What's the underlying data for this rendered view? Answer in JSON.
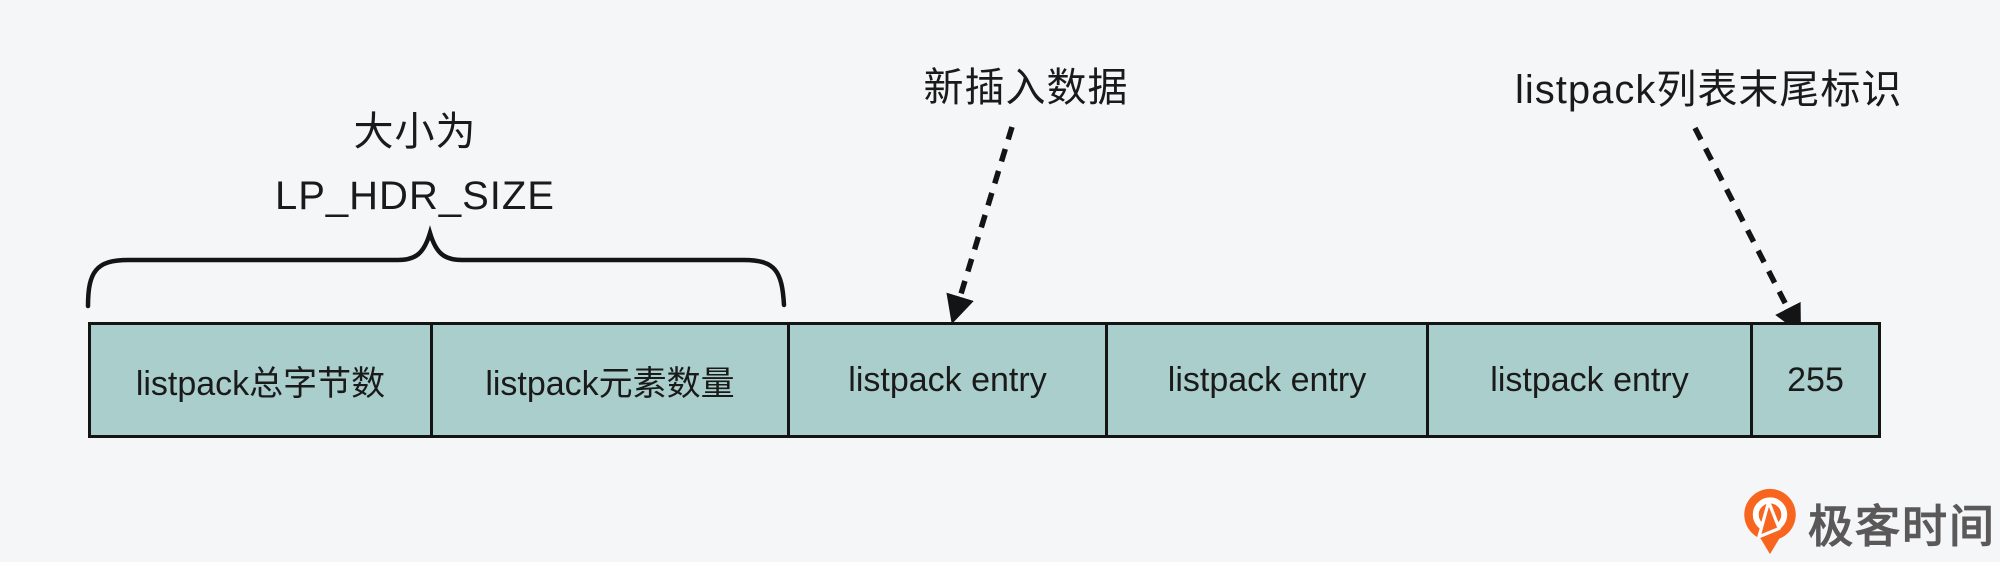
{
  "diagram": {
    "cells": [
      {
        "label": "listpack总字节数"
      },
      {
        "label": "listpack元素数量"
      },
      {
        "label": "listpack entry"
      },
      {
        "label": "listpack entry"
      },
      {
        "label": "listpack entry"
      },
      {
        "label": "255"
      }
    ],
    "labels": {
      "header_size_line1": "大小为",
      "header_size_line2": "LP_HDR_SIZE",
      "new_data": "新插入数据",
      "end_marker": "listpack列表末尾标识"
    }
  },
  "branding": {
    "logo_text": "极客时间"
  },
  "colors": {
    "bg": "#f5f6f7",
    "cell_fill": "#a9cecb",
    "border": "#141414",
    "ink": "#1a1a1a",
    "brand_orange": "#f7651f",
    "brand_ink": "#5a5858"
  }
}
